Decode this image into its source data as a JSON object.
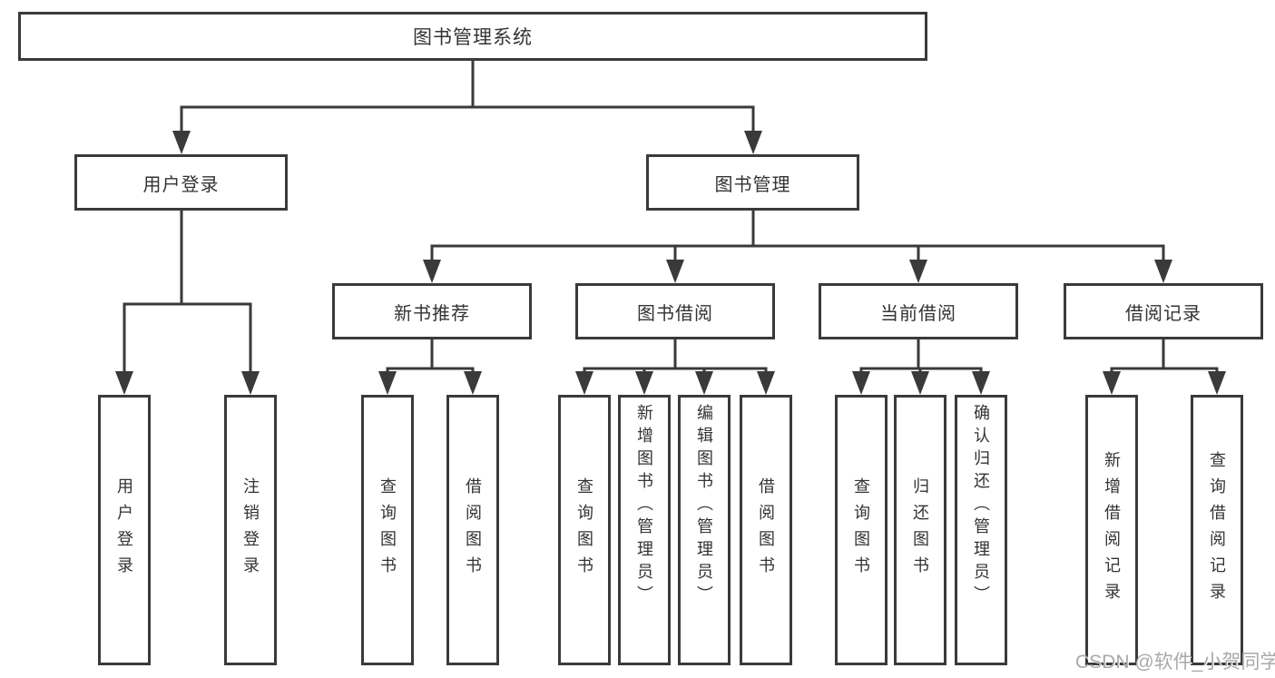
{
  "diagram": {
    "root": {
      "label": "图书管理系统"
    },
    "level2": [
      {
        "label": "用户登录"
      },
      {
        "label": "图书管理"
      }
    ],
    "level3": [
      {
        "label": "新书推荐"
      },
      {
        "label": "图书借阅"
      },
      {
        "label": "当前借阅"
      },
      {
        "label": "借阅记录"
      }
    ],
    "leaves": [
      {
        "label": "用户登录"
      },
      {
        "label": "注销登录"
      },
      {
        "label": "查询图书"
      },
      {
        "label": "借阅图书"
      },
      {
        "label": "查询图书"
      },
      {
        "label": "新增图书（管理员）"
      },
      {
        "label": "编辑图书（管理员）"
      },
      {
        "label": "借阅图书"
      },
      {
        "label": "查询图书"
      },
      {
        "label": "归还图书"
      },
      {
        "label": "确认归还（管理员）"
      },
      {
        "label": "新增借阅记录"
      },
      {
        "label": "查询借阅记录"
      }
    ],
    "watermark": {
      "text": "CSDN @软件_小贺同学",
      "color": "#a9a9a9"
    },
    "colors": {
      "line": "#3a3a3a",
      "box_border": "#3a3a3a",
      "text": "#333333",
      "background": "#ffffff"
    }
  }
}
